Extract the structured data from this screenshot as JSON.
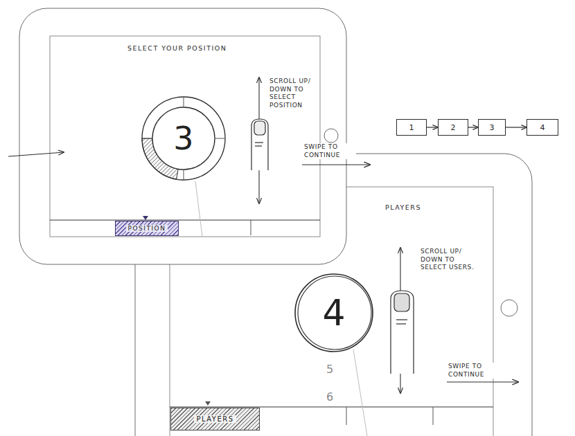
{
  "diagram": {
    "nodes": [
      {
        "text": [
          "3"
        ]
      },
      {
        "text": [
          "POSITION"
        ]
      },
      {
        "text": [
          "1"
        ]
      },
      {
        "text": [
          "2"
        ]
      },
      {
        "text": [
          "3"
        ]
      },
      {
        "text": [
          "4"
        ]
      },
      {
        "text": [
          "4"
        ]
      },
      {
        "text": [
          "PLAYERS"
        ]
      }
    ],
    "edges": [
      {
        "from": 2,
        "to": 3,
        "arrow": "to"
      },
      {
        "from": 3,
        "to": 4,
        "arrow": "to"
      },
      {
        "from": 4,
        "to": 5,
        "arrow": "to"
      }
    ],
    "labels": [
      "SELECT YOUR POSITION",
      "SCROLL UP/ DOWN TO SELECT POSITION",
      "SWIPE TO CONTINUE",
      "PLAYERS",
      "SCROLL UP/ DOWN TO SELECT USERS.",
      "5",
      "6",
      "SWIPE TO CONTINUE"
    ]
  }
}
